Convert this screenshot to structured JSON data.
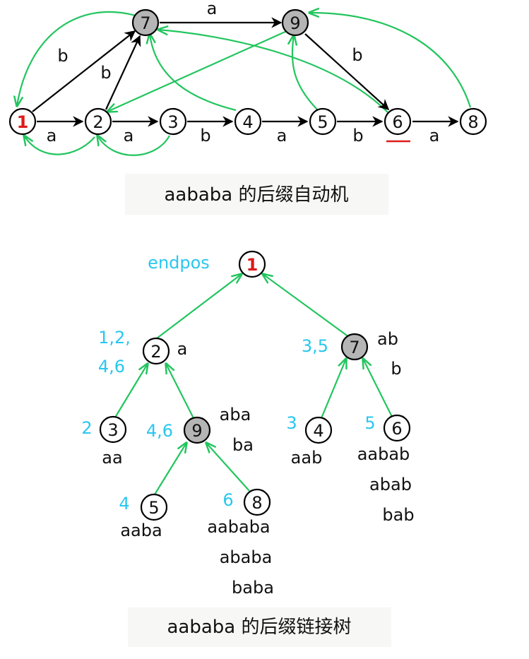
{
  "automaton": {
    "nodes": [
      {
        "id": "1",
        "fill": "white",
        "red": true
      },
      {
        "id": "2",
        "fill": "white"
      },
      {
        "id": "3",
        "fill": "white"
      },
      {
        "id": "4",
        "fill": "white"
      },
      {
        "id": "5",
        "fill": "white"
      },
      {
        "id": "6",
        "fill": "white"
      },
      {
        "id": "8",
        "fill": "white"
      },
      {
        "id": "7",
        "fill": "gray"
      },
      {
        "id": "9",
        "fill": "gray"
      }
    ],
    "transitions": [
      {
        "from": "1",
        "to": "2",
        "label": "a"
      },
      {
        "from": "2",
        "to": "3",
        "label": "a"
      },
      {
        "from": "3",
        "to": "4",
        "label": "b"
      },
      {
        "from": "4",
        "to": "5",
        "label": "a"
      },
      {
        "from": "5",
        "to": "6",
        "label": "b"
      },
      {
        "from": "6",
        "to": "8",
        "label": "a"
      },
      {
        "from": "7",
        "to": "9",
        "label": "a"
      },
      {
        "from": "1",
        "to": "7",
        "label": "b"
      },
      {
        "from": "2",
        "to": "7",
        "label": "b"
      },
      {
        "from": "9",
        "to": "6",
        "label": "b"
      }
    ],
    "suffix_links": [
      [
        "2",
        "1"
      ],
      [
        "3",
        "2"
      ],
      [
        "4",
        "7"
      ],
      [
        "5",
        "9"
      ],
      [
        "6",
        "7"
      ],
      [
        "7",
        "1"
      ],
      [
        "8",
        "9"
      ],
      [
        "9",
        "2"
      ]
    ],
    "caption": "aababa 的后缀自动机"
  },
  "tree": {
    "endpos_header": "endpos",
    "nodes": [
      {
        "id": "1",
        "fill": "white",
        "red": true,
        "endpos": [],
        "substrings": []
      },
      {
        "id": "2",
        "fill": "white",
        "endpos": [
          "1,2,",
          "4,6"
        ],
        "substrings": [
          "a"
        ]
      },
      {
        "id": "7",
        "fill": "gray",
        "endpos": [
          "3,5"
        ],
        "substrings": [
          "ab",
          "b"
        ]
      },
      {
        "id": "3",
        "fill": "white",
        "endpos": [
          "2"
        ],
        "substrings": [
          "aa"
        ]
      },
      {
        "id": "9",
        "fill": "gray",
        "endpos": [
          "4,6"
        ],
        "substrings": [
          "aba",
          "ba"
        ]
      },
      {
        "id": "4",
        "fill": "white",
        "endpos": [
          "3"
        ],
        "substrings": [
          "aab"
        ]
      },
      {
        "id": "6",
        "fill": "white",
        "endpos": [
          "5"
        ],
        "substrings": [
          "aabab",
          "abab",
          "bab"
        ]
      },
      {
        "id": "5",
        "fill": "white",
        "endpos": [
          "4"
        ],
        "substrings": [
          "aaba"
        ]
      },
      {
        "id": "8",
        "fill": "white",
        "endpos": [
          "6"
        ],
        "substrings": [
          "aababa",
          "ababa",
          "baba"
        ]
      }
    ],
    "edges": [
      [
        "2",
        "1"
      ],
      [
        "7",
        "1"
      ],
      [
        "3",
        "2"
      ],
      [
        "9",
        "2"
      ],
      [
        "4",
        "7"
      ],
      [
        "6",
        "7"
      ],
      [
        "5",
        "9"
      ],
      [
        "8",
        "9"
      ]
    ],
    "caption": "aababa 的后缀链接树"
  },
  "colors": {
    "transition": "#000000",
    "suffix_link": "#22c55e",
    "endpos_text": "#29c7ee",
    "root_label": "#dd1a1a",
    "gray_node": "#b5b5b5"
  }
}
